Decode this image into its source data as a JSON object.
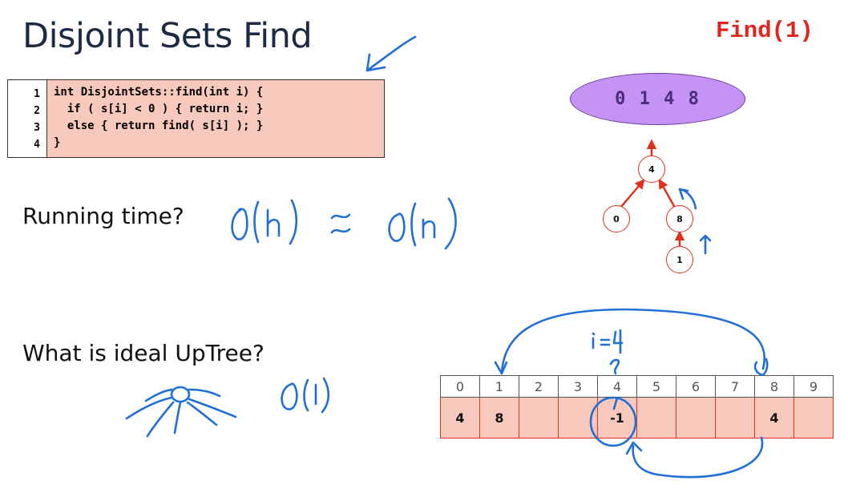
{
  "slide": {
    "title": "Disjoint Sets Find",
    "find_label": "Find(1)"
  },
  "code": {
    "line_numbers": [
      "1",
      "2",
      "3",
      "4"
    ],
    "lines": [
      "int DisjointSets::find(int i) {",
      "  if ( s[i] < 0 ) { return i; }",
      "  else { return find( s[i] ); }",
      "}"
    ]
  },
  "questions": {
    "running_time": "Running time?",
    "ideal_uptree": "What is ideal UpTree?"
  },
  "set": {
    "members": "0 1 4 8"
  },
  "tree": {
    "nodes": [
      "4",
      "0",
      "8",
      "1"
    ]
  },
  "array": {
    "indices": [
      "0",
      "1",
      "2",
      "3",
      "4",
      "5",
      "6",
      "7",
      "8",
      "9"
    ],
    "values": [
      "4",
      "8",
      "",
      "",
      "-1",
      "",
      "",
      "",
      "4",
      ""
    ]
  },
  "colors": {
    "title": "#1c2a44",
    "find_label": "#e0241c",
    "code_bg": "#f6c9bc",
    "set_fill": "#c592f6",
    "tree_edge": "#e0301e",
    "handwriting": "#1f6fd6"
  }
}
